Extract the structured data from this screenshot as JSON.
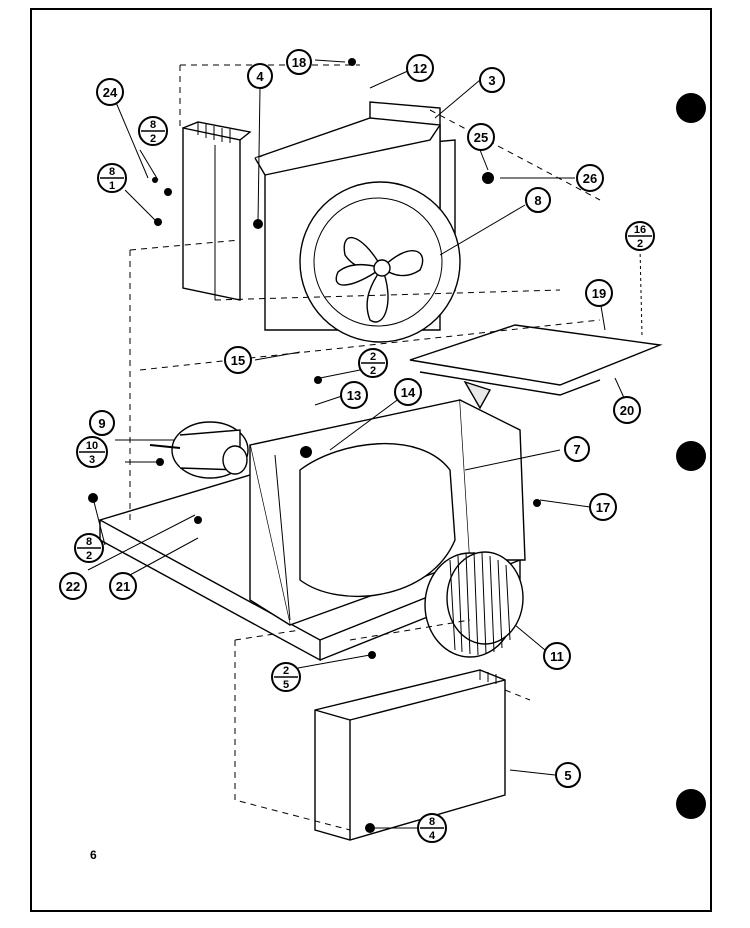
{
  "page": {
    "number": "6"
  },
  "callouts": {
    "c3": "3",
    "c4": "4",
    "c5": "5",
    "c7": "7",
    "c8": "8",
    "c9": "9",
    "c11": "11",
    "c12": "12",
    "c13": "13",
    "c14": "14",
    "c15": "15",
    "c17": "17",
    "c18": "18",
    "c19": "19",
    "c20": "20",
    "c21": "21",
    "c22": "22",
    "c24": "24",
    "c25": "25",
    "c26": "26"
  },
  "fractions": {
    "f_8_1": {
      "top": "8",
      "bottom": "1"
    },
    "f_8_2a": {
      "top": "8",
      "bottom": "2"
    },
    "f_2_2": {
      "top": "2",
      "bottom": "2"
    },
    "f_10_3": {
      "top": "10",
      "bottom": "3"
    },
    "f_8_2b": {
      "top": "8",
      "bottom": "2"
    },
    "f_16_2": {
      "top": "16",
      "bottom": "2"
    },
    "f_2_5": {
      "top": "2",
      "bottom": "5"
    },
    "f_8_4": {
      "top": "8",
      "bottom": "4"
    }
  },
  "colors": {
    "ink": "#000000",
    "paper": "#ffffff",
    "fill_gray": "#e8e8e8"
  }
}
